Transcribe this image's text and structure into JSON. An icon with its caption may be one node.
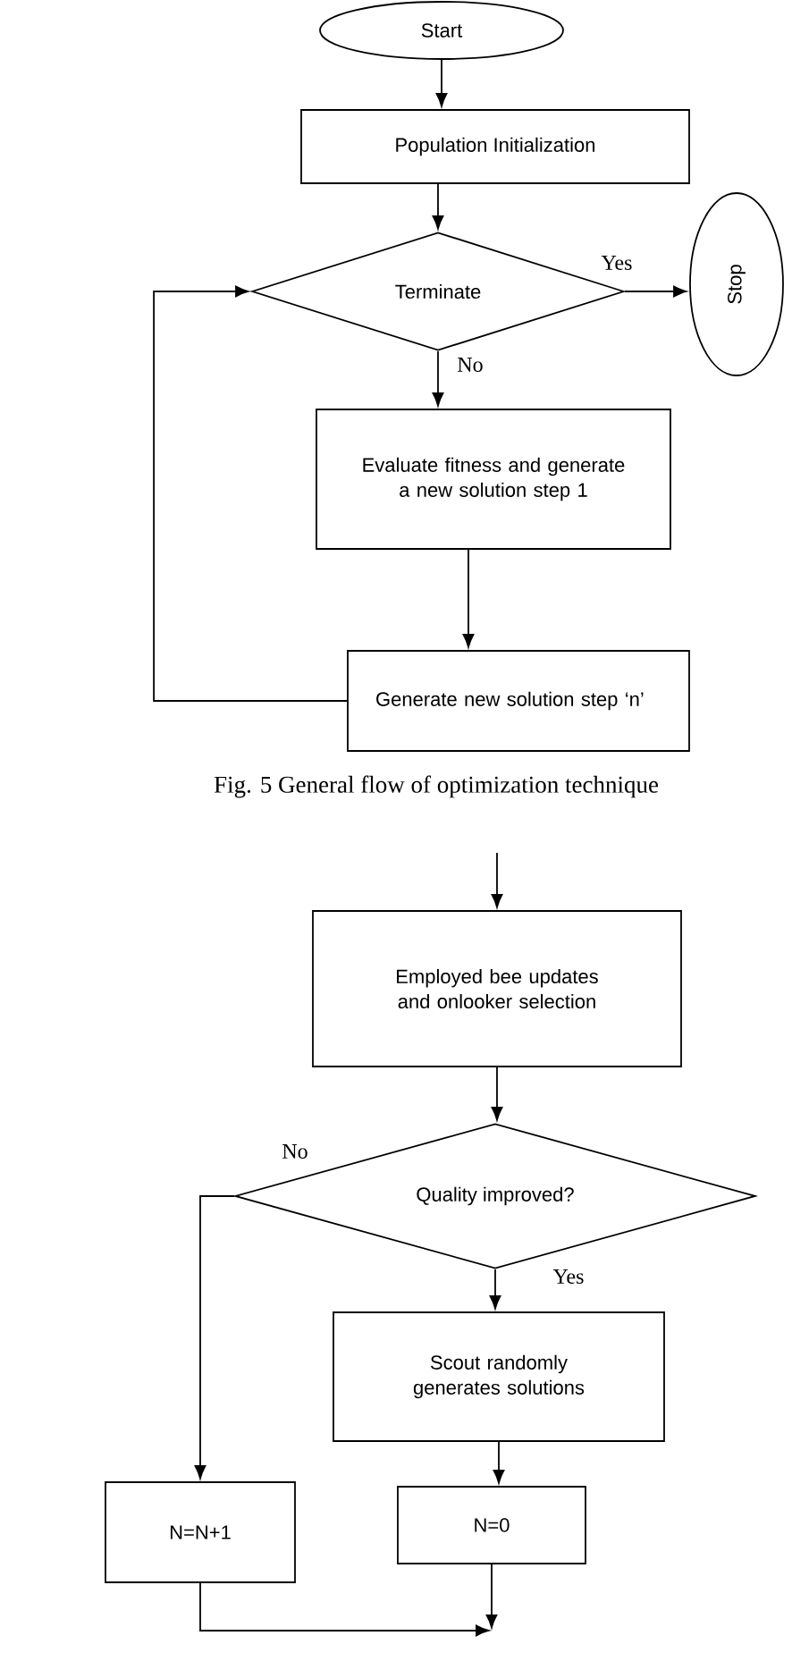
{
  "diagram": {
    "caption": "Fig. 5 General flow of optimization technique",
    "nodes": [
      {
        "text": [
          "Start"
        ]
      },
      {
        "text": [
          "Population Initialization"
        ]
      },
      {
        "text": [
          "Terminate"
        ]
      },
      {
        "text": [
          "Stop"
        ]
      },
      {
        "text": [
          "Evaluate fitness and generate a new solution step 1"
        ]
      },
      {
        "text": [
          "Generate new solution step ‘n’"
        ]
      },
      {
        "text": [
          "Employed bee updates and onlooker selection"
        ]
      },
      {
        "text": [
          "Quality improved?"
        ]
      },
      {
        "text": [
          "Scout randomly generates solutions"
        ]
      },
      {
        "text": [
          "N=N+1"
        ]
      },
      {
        "text": [
          "N=0"
        ]
      }
    ],
    "edges": [
      {
        "from": 0,
        "to": 1,
        "arrow": "to"
      },
      {
        "from": 1,
        "to": 2,
        "arrow": "to"
      },
      {
        "from": 2,
        "to": 3,
        "arrow": "to",
        "label": "Yes"
      },
      {
        "from": 2,
        "to": 4,
        "arrow": "to",
        "label": "No"
      },
      {
        "from": 4,
        "to": 5,
        "arrow": "to"
      },
      {
        "from": 5,
        "to": 2,
        "arrow": "to"
      },
      {
        "from": null,
        "to": 6,
        "arrow": "to"
      },
      {
        "from": 6,
        "to": 7,
        "arrow": "to"
      },
      {
        "from": 7,
        "to": 9,
        "arrow": "to",
        "label": "No"
      },
      {
        "from": 7,
        "to": 8,
        "arrow": "to",
        "label": "Yes"
      },
      {
        "from": 8,
        "to": 10,
        "arrow": "to"
      },
      {
        "from": 9,
        "to": null,
        "arrow": "to"
      },
      {
        "from": 10,
        "to": null,
        "arrow": "to"
      }
    ]
  }
}
